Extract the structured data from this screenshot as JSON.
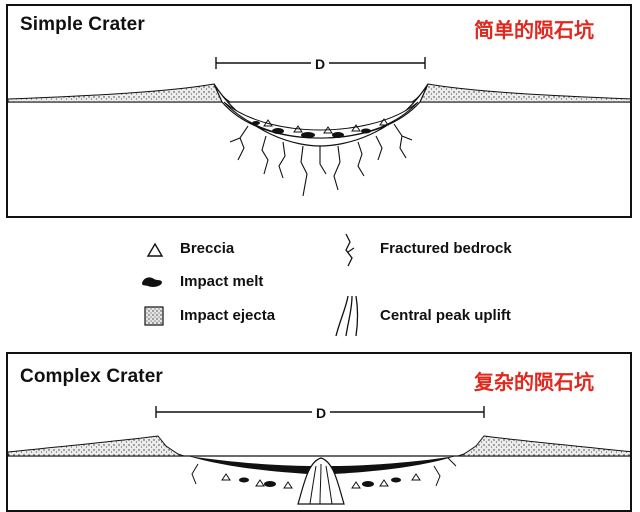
{
  "simple": {
    "title": "Simple Crater",
    "title_cn": "简单的陨石坑",
    "diameter_label": "D"
  },
  "complex": {
    "title": "Complex Crater",
    "title_cn": "复杂的陨石坑",
    "diameter_label": "D"
  },
  "legend": {
    "breccia": "Breccia",
    "impact_melt": "Impact melt",
    "impact_ejecta": "Impact ejecta",
    "fractured_bedrock": "Fractured bedrock",
    "central_peak_uplift": "Central peak uplift"
  },
  "colors": {
    "accent_red": "#e0281e",
    "ink": "#111111",
    "stipple_bg": "#e6e6e6"
  }
}
